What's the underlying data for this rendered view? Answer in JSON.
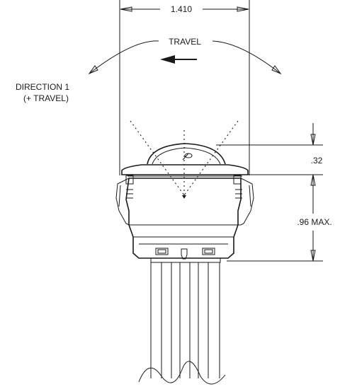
{
  "dimensions": {
    "width_label": "1.410",
    "top_height_label": ".32",
    "body_height_label": ".96 MAX."
  },
  "travel": {
    "label": "TRAVEL"
  },
  "direction": {
    "line1": "DIRECTION 1",
    "line2": "(+ TRAVEL)"
  }
}
